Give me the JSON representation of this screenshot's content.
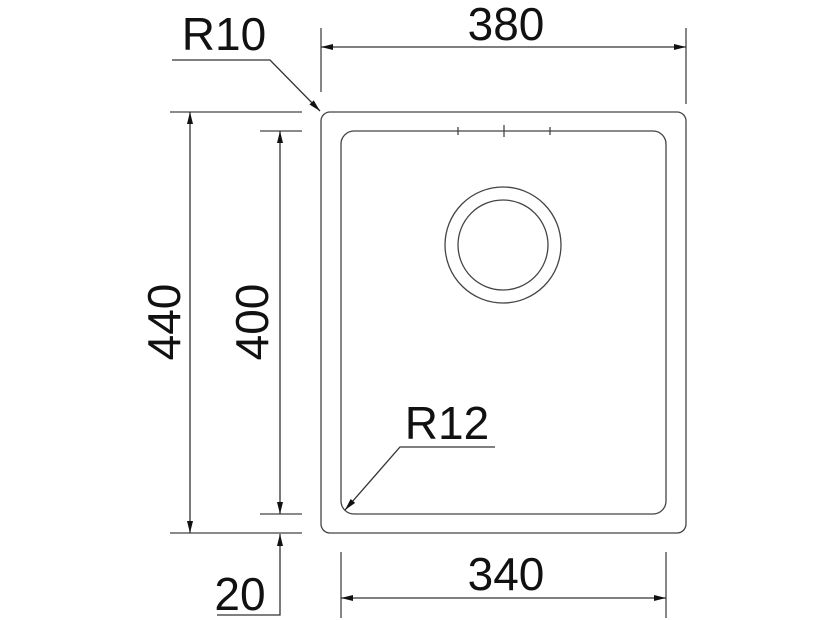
{
  "dimensions": {
    "outer_width": "380",
    "inner_width": "340",
    "outer_length": "440",
    "inner_length": "400",
    "rim_offset": "20",
    "outer_radius": "R10",
    "inner_radius": "R12"
  },
  "colors": {
    "line": "#333333",
    "text": "#111111",
    "background": "#ffffff"
  }
}
